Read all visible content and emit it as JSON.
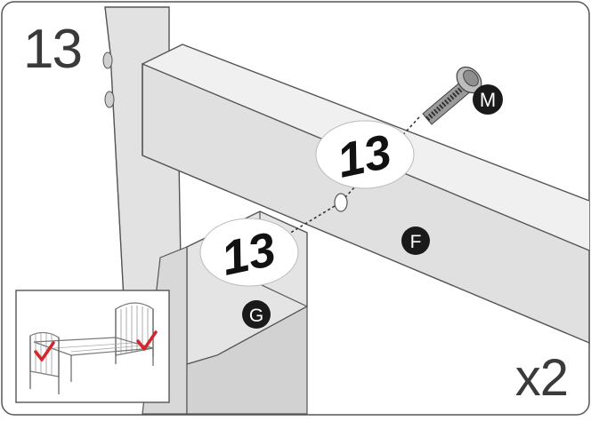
{
  "step": {
    "number": "13"
  },
  "quantity": "x2",
  "labels": {
    "sticker": "13",
    "part_screw": "M",
    "part_rail": "F",
    "part_leg": "G"
  },
  "colors": {
    "metal_light": "#e6e6e6",
    "metal_mid": "#d4d4d4",
    "metal_dark": "#bdbdbd",
    "outline": "#555555",
    "badge": "#1a1a1a",
    "check": "#d6262d"
  },
  "icons": [
    "check-mark-icon",
    "check-mark-icon"
  ]
}
